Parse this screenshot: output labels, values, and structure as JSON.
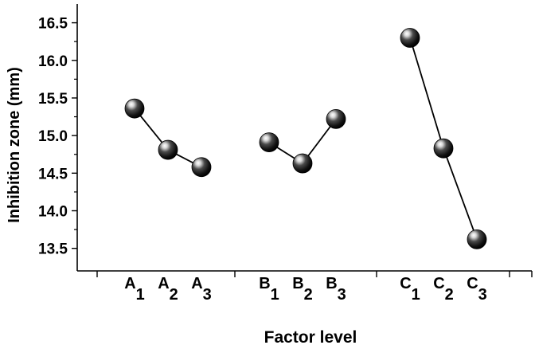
{
  "chart_data": {
    "type": "line",
    "title": "",
    "xlabel": "Factor level",
    "ylabel": "Inhibition zone (mm)",
    "ylim": [
      13.2,
      16.75
    ],
    "yticks": [
      "13.5",
      "14.0",
      "14.5",
      "15.0",
      "15.5",
      "16.0",
      "16.5"
    ],
    "grid": false,
    "groups": [
      {
        "factor": "A",
        "levels": [
          {
            "letter": "A",
            "sub": "1"
          },
          {
            "letter": "A",
            "sub": "2"
          },
          {
            "letter": "A",
            "sub": "3"
          }
        ],
        "values": [
          15.36,
          14.81,
          14.58
        ]
      },
      {
        "factor": "B",
        "levels": [
          {
            "letter": "B",
            "sub": "1"
          },
          {
            "letter": "B",
            "sub": "2"
          },
          {
            "letter": "B",
            "sub": "3"
          }
        ],
        "values": [
          14.91,
          14.63,
          15.22
        ]
      },
      {
        "factor": "C",
        "levels": [
          {
            "letter": "C",
            "sub": "1"
          },
          {
            "letter": "C",
            "sub": "2"
          },
          {
            "letter": "C",
            "sub": "3"
          }
        ],
        "values": [
          16.3,
          14.83,
          13.62
        ]
      }
    ]
  }
}
